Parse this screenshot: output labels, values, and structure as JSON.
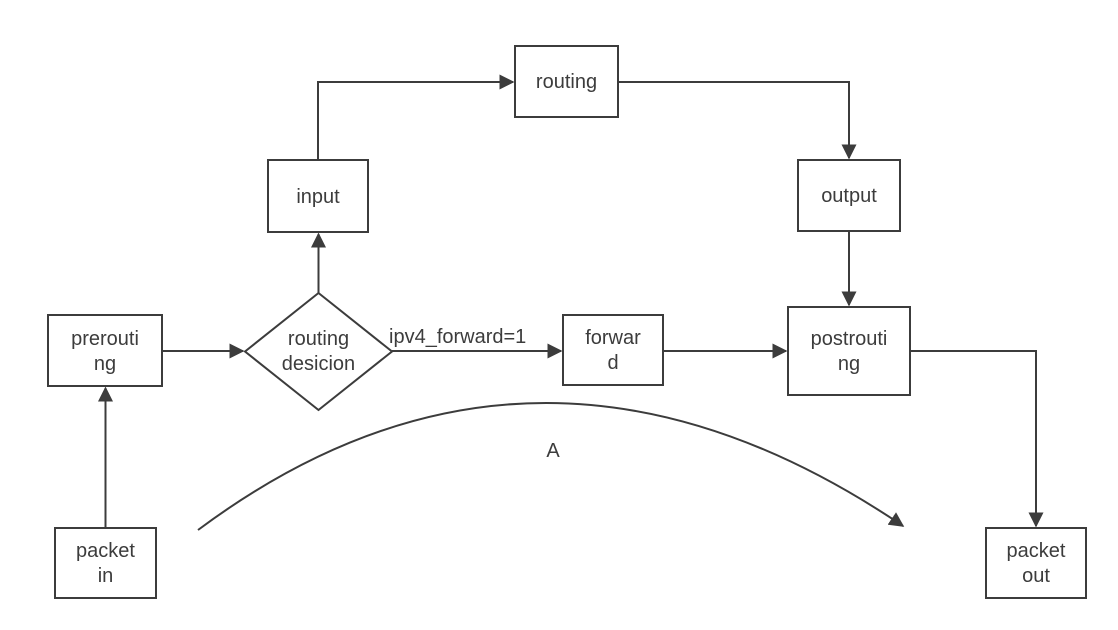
{
  "diagram": {
    "colors": {
      "stroke": "#3c3c3c",
      "text": "#3c3c3c",
      "background": "#ffffff"
    },
    "nodes": {
      "packet_in": {
        "lines": [
          "packet",
          "in"
        ]
      },
      "prerouting": {
        "lines": [
          "prerouti",
          "ng"
        ]
      },
      "routing_decision": {
        "lines": [
          "routing",
          "desicion"
        ]
      },
      "input": {
        "lines": [
          "input"
        ]
      },
      "routing": {
        "lines": [
          "routing"
        ]
      },
      "output": {
        "lines": [
          "output"
        ]
      },
      "forward": {
        "lines": [
          "forwar",
          "d"
        ]
      },
      "postrouting": {
        "lines": [
          "postrouti",
          "ng"
        ]
      },
      "packet_out": {
        "lines": [
          "packet",
          "out"
        ]
      }
    },
    "edge_labels": {
      "forward_condition": "ipv4_forward=1",
      "arc": "A"
    }
  }
}
